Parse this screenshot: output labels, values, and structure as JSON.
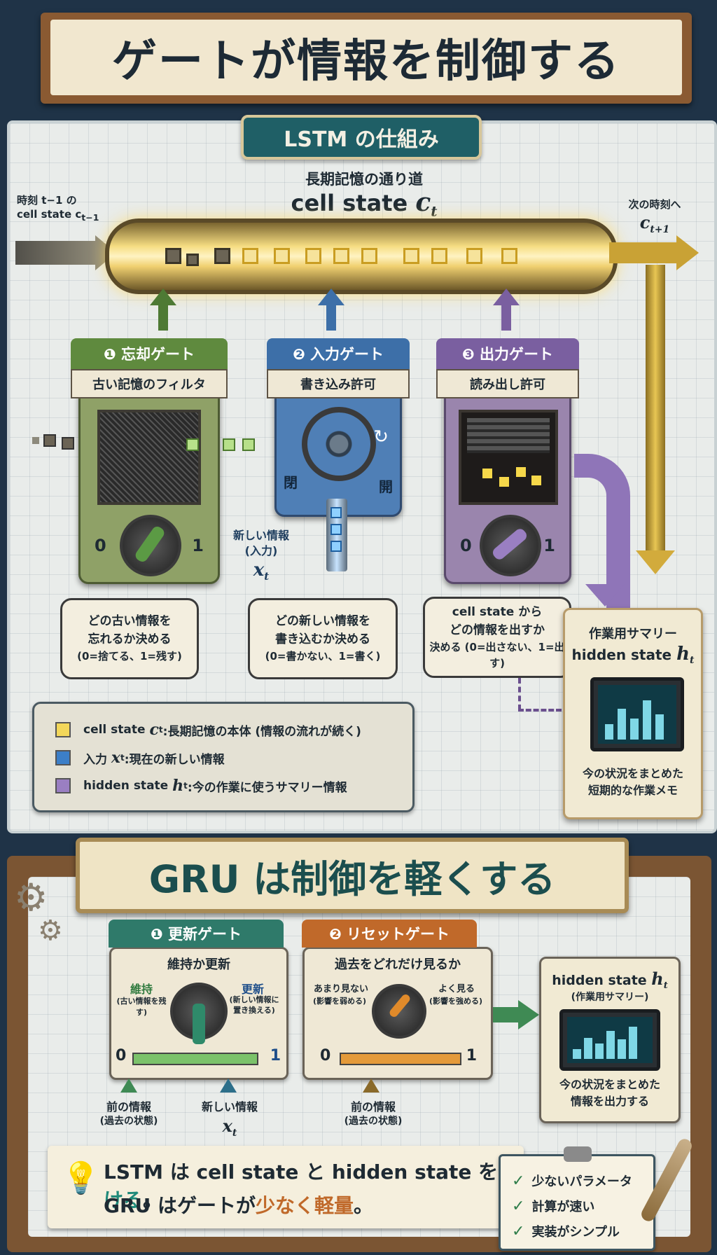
{
  "title": "ゲートが情報を制御する",
  "lstm": {
    "plaque": "LSTM の仕組み",
    "pipe_caption": "長期記憶の通り道",
    "cell_state_label": "cell state",
    "cell_state_symbol": "c",
    "cell_state_sub": "t",
    "prev_line1": "時刻 t−1 の",
    "prev_line2": "cell state c",
    "prev_sub": "t−1",
    "next_line1": "次の時刻へ",
    "next_symbol": "c",
    "next_sub": "t+1",
    "gates": [
      {
        "title": "❶ 忘却ゲート",
        "subtitle": "古い記憶のフィルタ",
        "dial_low": "0",
        "dial_high": "1",
        "bubble": [
          "どの古い情報を",
          "忘れるか決める",
          "(0=捨てる、1=残す)"
        ],
        "color": "#5f8a3e"
      },
      {
        "title": "❷ 入力ゲート",
        "subtitle": "書き込み許可",
        "close_label": "閉",
        "open_label": "開",
        "bubble": [
          "どの新しい情報を",
          "書き込むか決める",
          "(0=書かない、1=書く)"
        ],
        "color": "#3d6fa8"
      },
      {
        "title": "❸ 出力ゲート",
        "subtitle": "読み出し許可",
        "dial_low": "0",
        "dial_high": "1",
        "bubble": [
          "cell state から",
          "どの情報を出すか",
          "決める (0=出さない、1=出す)"
        ],
        "color": "#7a5fa0"
      }
    ],
    "input_label_1": "新しい情報",
    "input_label_2": "(入力)",
    "input_symbol": "x",
    "input_sub": "t",
    "legend": [
      {
        "name": "cell state",
        "symbol": "c",
        "sub": "t",
        "desc": ":長期記憶の本体 (情報の流れが続く)",
        "color": "#f3d75a"
      },
      {
        "name": "入力",
        "symbol": "x",
        "sub": "t",
        "desc": ":現在の新しい情報",
        "color": "#3c7fc8"
      },
      {
        "name": "hidden state",
        "symbol": "h",
        "sub": "t",
        "desc": ":今の作業に使うサマリー情報",
        "color": "#9a7fc2"
      }
    ],
    "summary": {
      "title": "作業用サマリー",
      "name": "hidden state",
      "symbol": "h",
      "sub": "t",
      "caption_1": "今の状況をまとめた",
      "caption_2": "短期的な作業メモ"
    }
  },
  "gru": {
    "title": "GRU は制御を軽くする",
    "update": {
      "title": "❶ 更新ゲート",
      "subtitle": "維持か更新",
      "keep": "維持",
      "keep_note": "(古い情報を残す)",
      "update": "更新",
      "update_note_1": "(新しい情報に",
      "update_note_2": "置き換える)",
      "low": "0",
      "high": "1",
      "color": "#2f7a6a"
    },
    "reset": {
      "title": "❷ リセットゲート",
      "subtitle": "過去をどれだけ見るか",
      "left": "あまり見ない",
      "left_note": "(影響を弱める)",
      "right": "よく見る",
      "right_note": "(影響を強める)",
      "low": "0",
      "high": "1",
      "color": "#c0692a"
    },
    "prev_info": "前の情報",
    "prev_note": "(過去の状態)",
    "new_info": "新しい情報",
    "new_symbol": "x",
    "new_sub": "t",
    "prev_info_2": "前の情報",
    "prev_note_2": "(過去の状態)",
    "output": {
      "name": "hidden state",
      "symbol": "h",
      "sub": "t",
      "note": "(作業用サマリー)",
      "caption_1": "今の状況をまとめた",
      "caption_2": "情報を出力する"
    }
  },
  "summary_note": {
    "line1_a": "LSTM は cell state と hidden state を",
    "line1_b": "分ける",
    "line1_c": "。",
    "line2_a": "GRU はゲートが",
    "line2_b": "少なく軽量",
    "line2_c": "。"
  },
  "checklist": [
    "少ないパラメータ",
    "計算が速い",
    "実装がシンプル"
  ]
}
